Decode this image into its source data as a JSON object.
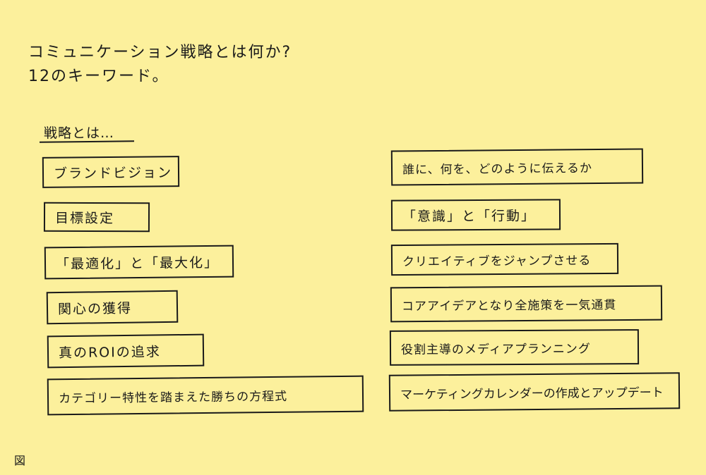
{
  "title": {
    "line1": "コミュニケーション戦略とは何か?",
    "line2": "12のキーワード。"
  },
  "section_label": "戦略とは…",
  "left_keywords": [
    "ブランドビジョン",
    "目標設定",
    "「最適化」と「最大化」",
    "関心の獲得",
    "真のROIの追求",
    "カテゴリー特性を踏まえた勝ちの方程式"
  ],
  "right_keywords": [
    "誰に、何を、どのように伝えるか",
    "「意識」と「行動」",
    "クリエイティブをジャンプさせる",
    "コアアイデアとなり全施策を一気通貫",
    "役割主導のメディアプランニング",
    "マーケティングカレンダーの作成とアップデート"
  ],
  "figure_label": "図"
}
